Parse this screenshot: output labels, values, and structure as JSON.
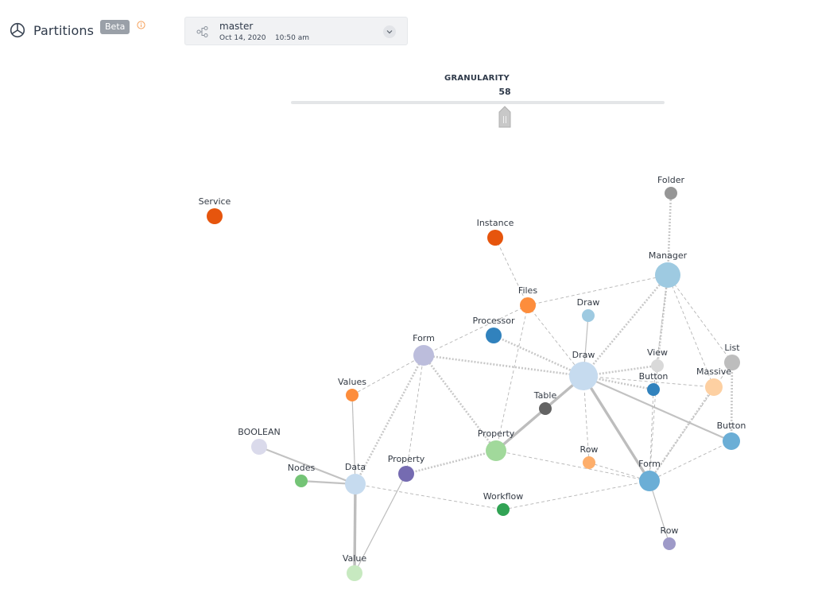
{
  "header": {
    "title": "Partitions",
    "badge": "Beta"
  },
  "branch": {
    "name": "master",
    "date": "Oct 14, 2020    10:50 am"
  },
  "granularity": {
    "label": "GRANULARITY",
    "value": "58",
    "level": 0.58
  },
  "graph": {
    "nodes": [
      {
        "id": "service",
        "label": "Service",
        "color": "#e6550d"
      },
      {
        "id": "folder",
        "label": "Folder",
        "color": "#969696"
      },
      {
        "id": "instance",
        "label": "Instance",
        "color": "#e6550d"
      },
      {
        "id": "manager",
        "label": "Manager",
        "color": "#9ecae1"
      },
      {
        "id": "files",
        "label": "Files",
        "color": "#fd8d3c"
      },
      {
        "id": "draw-top",
        "label": "Draw",
        "color": "#9ecae1"
      },
      {
        "id": "processor",
        "label": "Processor",
        "color": "#3182bd"
      },
      {
        "id": "form-top",
        "label": "Form",
        "color": "#bcbddc"
      },
      {
        "id": "draw-hub",
        "label": "Draw",
        "color": "#c6dbef"
      },
      {
        "id": "view",
        "label": "View",
        "color": "#d9d9d9"
      },
      {
        "id": "list",
        "label": "List",
        "color": "#bdbdbd"
      },
      {
        "id": "button-mid",
        "label": "Button",
        "color": "#3182bd"
      },
      {
        "id": "massive",
        "label": "Massive",
        "color": "#fdd0a2"
      },
      {
        "id": "values",
        "label": "Values",
        "color": "#fd8d3c"
      },
      {
        "id": "table",
        "label": "Table",
        "color": "#636363"
      },
      {
        "id": "boolean",
        "label": "BOOLEAN",
        "color": "#dadaeb"
      },
      {
        "id": "property-mid",
        "label": "Property",
        "color": "#a1d99b"
      },
      {
        "id": "button-right",
        "label": "Button",
        "color": "#6baed6"
      },
      {
        "id": "nodes",
        "label": "Nodes",
        "color": "#74c476"
      },
      {
        "id": "data",
        "label": "Data",
        "color": "#c6dbef"
      },
      {
        "id": "property-left",
        "label": "Property",
        "color": "#756bb1"
      },
      {
        "id": "row-mid",
        "label": "Row",
        "color": "#fdae6b"
      },
      {
        "id": "form-right",
        "label": "Form",
        "color": "#6baed6"
      },
      {
        "id": "workflow",
        "label": "Workflow",
        "color": "#31a354"
      },
      {
        "id": "row-bottom",
        "label": "Row",
        "color": "#9e9ac8"
      },
      {
        "id": "value",
        "label": "Value",
        "color": "#c7e9c0"
      }
    ],
    "edges": [
      {
        "source": "folder",
        "target": "manager",
        "style": "dotted"
      },
      {
        "source": "instance",
        "target": "files",
        "style": "dashed"
      },
      {
        "source": "files",
        "target": "manager",
        "style": "dashed"
      },
      {
        "source": "files",
        "target": "form-top",
        "style": "dashed"
      },
      {
        "source": "files",
        "target": "draw-hub",
        "style": "dashed"
      },
      {
        "source": "files",
        "target": "property-mid",
        "style": "dashed"
      },
      {
        "source": "manager",
        "target": "draw-hub",
        "style": "dotted"
      },
      {
        "source": "manager",
        "target": "view",
        "style": "dotted"
      },
      {
        "source": "manager",
        "target": "massive",
        "style": "dashed"
      },
      {
        "source": "manager",
        "target": "list",
        "style": "dashed"
      },
      {
        "source": "manager",
        "target": "button-mid",
        "style": "dashed"
      },
      {
        "source": "draw-top",
        "target": "draw-hub",
        "style": "solid-thin"
      },
      {
        "source": "processor",
        "target": "draw-hub",
        "style": "dotted"
      },
      {
        "source": "form-top",
        "target": "draw-hub",
        "style": "dotted"
      },
      {
        "source": "form-top",
        "target": "values",
        "style": "dashed"
      },
      {
        "source": "form-top",
        "target": "data",
        "style": "dotted"
      },
      {
        "source": "form-top",
        "target": "property-mid",
        "style": "dotted"
      },
      {
        "source": "form-top",
        "target": "property-left",
        "style": "dashed"
      },
      {
        "source": "draw-hub",
        "target": "view",
        "style": "dotted"
      },
      {
        "source": "draw-hub",
        "target": "button-mid",
        "style": "dotted"
      },
      {
        "source": "draw-hub",
        "target": "massive",
        "style": "dashed"
      },
      {
        "source": "draw-hub",
        "target": "table",
        "style": "solid-thick"
      },
      {
        "source": "draw-hub",
        "target": "form-right",
        "style": "solid-thick"
      },
      {
        "source": "draw-hub",
        "target": "button-right",
        "style": "solid"
      },
      {
        "source": "draw-hub",
        "target": "row-mid",
        "style": "dashed"
      },
      {
        "source": "table",
        "target": "property-mid",
        "style": "solid-thick"
      },
      {
        "source": "list",
        "target": "button-right",
        "style": "dotted"
      },
      {
        "source": "list",
        "target": "form-right",
        "style": "dashed"
      },
      {
        "source": "massive",
        "target": "form-right",
        "style": "dotted"
      },
      {
        "source": "button-mid",
        "target": "form-right",
        "style": "dashed"
      },
      {
        "source": "view",
        "target": "form-right",
        "style": "dashed"
      },
      {
        "source": "button-right",
        "target": "form-right",
        "style": "dashed"
      },
      {
        "source": "values",
        "target": "data",
        "style": "solid-thin"
      },
      {
        "source": "boolean",
        "target": "data",
        "style": "solid"
      },
      {
        "source": "nodes",
        "target": "data",
        "style": "solid"
      },
      {
        "source": "data",
        "target": "value",
        "style": "solid-thick"
      },
      {
        "source": "data",
        "target": "workflow",
        "style": "dashed"
      },
      {
        "source": "property-left",
        "target": "property-mid",
        "style": "dotted"
      },
      {
        "source": "property-left",
        "target": "value",
        "style": "solid-thin"
      },
      {
        "source": "property-mid",
        "target": "form-right",
        "style": "dashed"
      },
      {
        "source": "row-mid",
        "target": "form-right",
        "style": "dashed"
      },
      {
        "source": "workflow",
        "target": "form-right",
        "style": "dashed"
      },
      {
        "source": "form-right",
        "target": "row-bottom",
        "style": "solid-thin"
      }
    ]
  }
}
